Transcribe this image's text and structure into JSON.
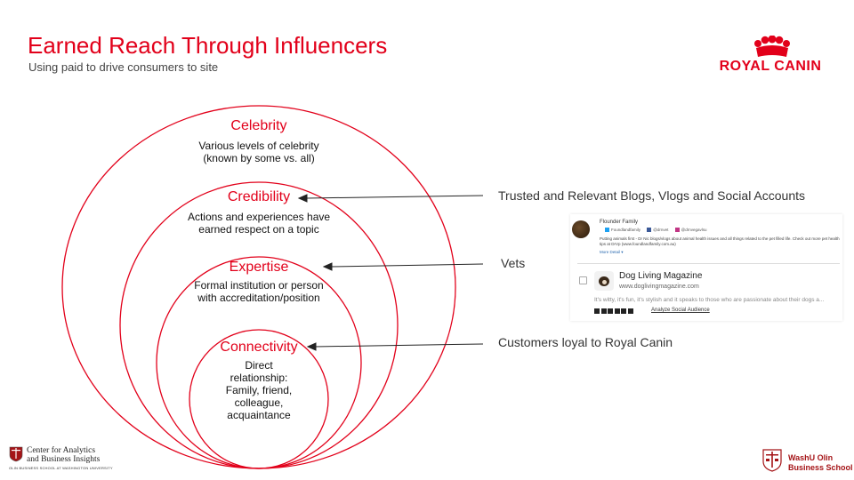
{
  "slide": {
    "title": "Earned Reach Through Influencers",
    "subtitle": "Using paid to drive consumers to site"
  },
  "brand": {
    "name": "ROYAL CANIN",
    "color": "#e2001a"
  },
  "rings": [
    {
      "label": "Celebrity",
      "description": [
        "Various levels of celebrity",
        "(known by some vs. all)"
      ]
    },
    {
      "label": "Credibility",
      "description": [
        "Actions and experiences have",
        "earned respect on a topic"
      ]
    },
    {
      "label": "Expertise",
      "description": [
        "Formal institution or person",
        "with accreditation/position"
      ]
    },
    {
      "label": "Connectivity",
      "description": [
        "Direct",
        "relationship:",
        "Family, friend,",
        "colleague,",
        "acquaintance"
      ]
    }
  ],
  "annotations": [
    "Trusted and Relevant Blogs, Vlogs and Social Accounts",
    "Vets",
    "Customers loyal to Royal Canin"
  ],
  "screenshot_card": {
    "top_profile": {
      "name": "Flounder Family",
      "socials": [
        "Foundlandfamily",
        "@drnvet",
        "@drnvegavlsu"
      ],
      "description": "Putting animals first - Dr Nic blogs/vlogs about animal health issues and all things related to the pet filled life. Check out more pet health tips at DrVp (www.foundlandfamily.com.au)",
      "more": "More Detail ▾"
    },
    "listing": {
      "name": "Dog Living Magazine",
      "url": "www.doglivingmagazine.com",
      "description": "It's witty, it's fun, it's stylish and it speaks to those who are passionate about their dogs a...",
      "action": "Analyze Social Audience"
    }
  },
  "footer": {
    "left_line1": "Center for Analytics",
    "left_line2": "and Business Insights",
    "left_line3": "OLIN BUSINESS SCHOOL AT WASHINGTON UNIVERSITY",
    "right_line1": "WashU Olin",
    "right_line2": "Business School"
  }
}
